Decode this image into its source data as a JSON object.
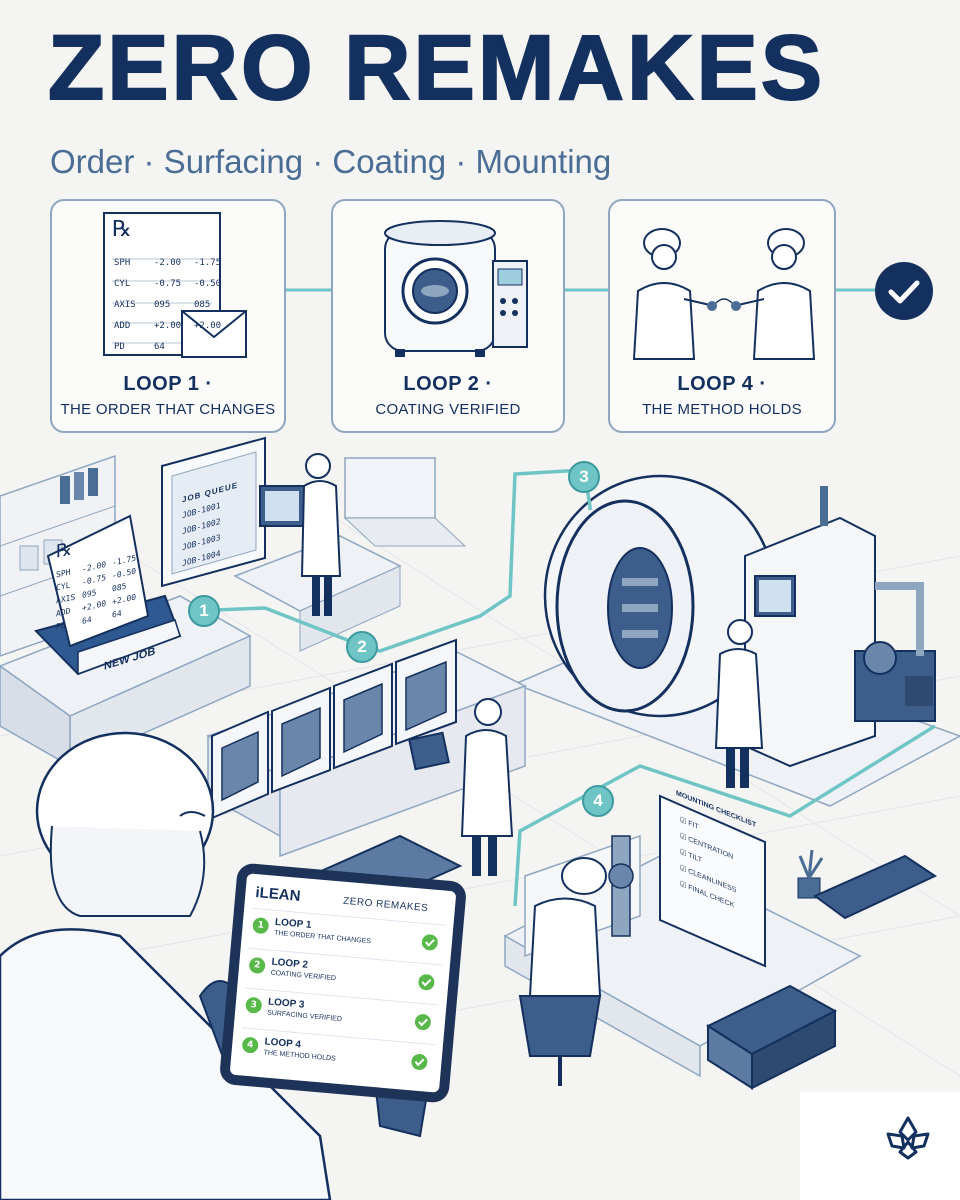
{
  "header": {
    "title": "ZERO REMAKES",
    "subtitle": "Order · Surfacing · Coating · Mounting"
  },
  "cards": [
    {
      "title": "LOOP 1 ·",
      "subtitle": "THE ORDER THAT CHANGES"
    },
    {
      "title": "LOOP 2 ·",
      "subtitle": "COATING VERIFIED"
    },
    {
      "title": "LOOP 4 ·",
      "subtitle": "THE METHOD HOLDS"
    }
  ],
  "rx_card": {
    "symbol": "℞",
    "rows": [
      {
        "label": "SPH",
        "a": "-2.00",
        "b": "-1.75"
      },
      {
        "label": "CYL",
        "a": "-0.75",
        "b": "-0.50"
      },
      {
        "label": "AXIS",
        "a": "095",
        "b": "085"
      },
      {
        "label": "ADD",
        "a": "+2.00",
        "b": "+2.00"
      },
      {
        "label": "PD",
        "a": "64",
        "b": ""
      }
    ]
  },
  "rx_floor": {
    "symbol": "℞",
    "rows": [
      {
        "label": "SPH",
        "a": "-2.00",
        "b": "-1.75"
      },
      {
        "label": "CYL",
        "a": "-0.75",
        "b": "-0.50"
      },
      {
        "label": "AXIS",
        "a": "095",
        "b": "085"
      },
      {
        "label": "ADD",
        "a": "+2.00",
        "b": "+2.00"
      },
      {
        "label": "PD",
        "a": "64",
        "b": "64"
      }
    ]
  },
  "new_job_label": "NEW JOB",
  "job_queue": {
    "title": "JOB QUEUE",
    "items": [
      "JOB-1001",
      "JOB-1002",
      "JOB-1003",
      "JOB-1004"
    ]
  },
  "steps": [
    "1",
    "2",
    "3",
    "4"
  ],
  "mounting_checklist": {
    "title": "MOUNTING CHECKLIST",
    "items": [
      "FIT",
      "CENTRATION",
      "TILT",
      "CLEANLINESS",
      "FINAL CHECK"
    ]
  },
  "tablet": {
    "brand": "iLEAN",
    "header": "ZERO REMAKES",
    "items": [
      {
        "num": "1",
        "title": "LOOP 1",
        "subtitle": "THE ORDER THAT CHANGES"
      },
      {
        "num": "2",
        "title": "LOOP 2",
        "subtitle": "COATING VERIFIED"
      },
      {
        "num": "3",
        "title": "LOOP 3",
        "subtitle": "SURFACING VERIFIED"
      },
      {
        "num": "4",
        "title": "LOOP 4",
        "subtitle": "THE METHOD HOLDS"
      }
    ]
  },
  "colors": {
    "navy": "#14305e",
    "teal": "#6fc5c5",
    "green": "#58b94a",
    "line": "#8fa6c0"
  }
}
